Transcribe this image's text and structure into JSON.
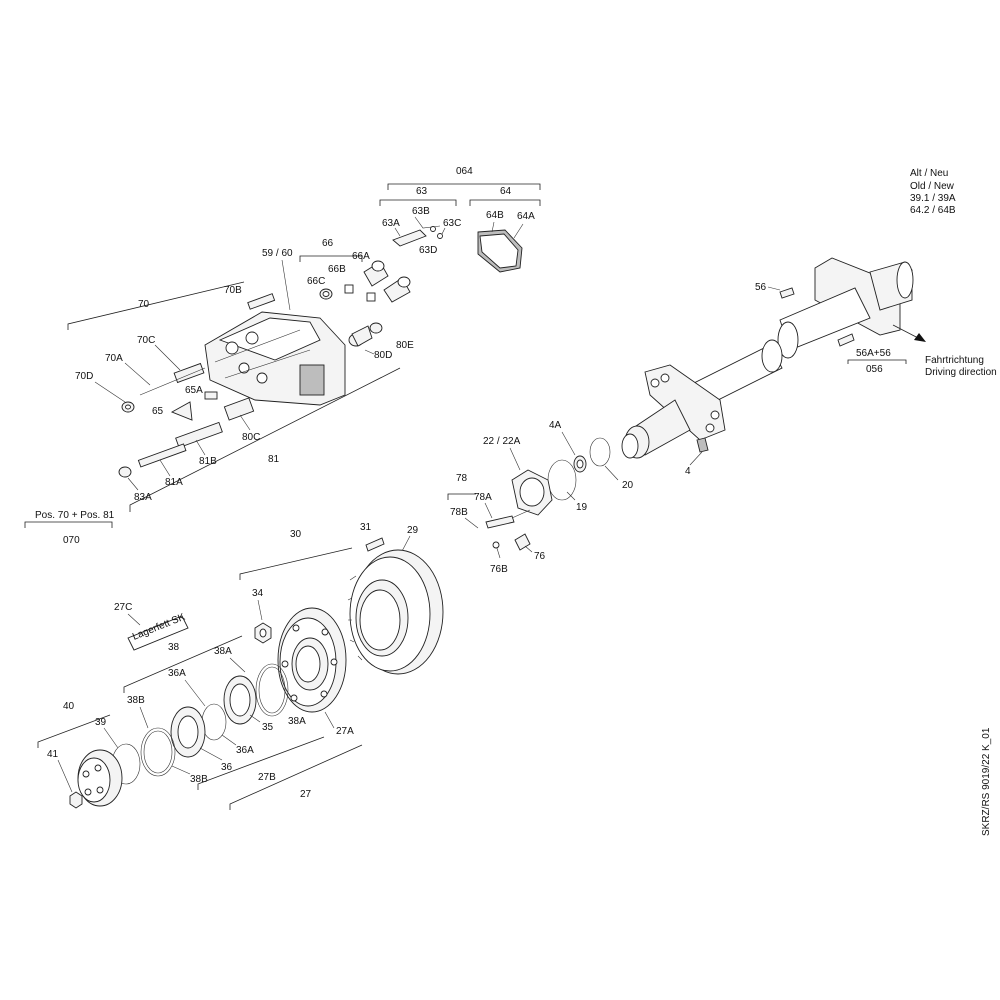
{
  "labels": {
    "l064": "064",
    "l63": "63",
    "l64": "64",
    "l63A": "63A",
    "l63B": "63B",
    "l63C": "63C",
    "l63D": "63D",
    "l64A": "64A",
    "l64B": "64B",
    "l66": "66",
    "l66A": "66A",
    "l66B": "66B",
    "l66C": "66C",
    "l5960": "59 / 60",
    "l70": "70",
    "l70A": "70A",
    "l70B": "70B",
    "l70C": "70C",
    "l70D": "70D",
    "l80C": "80C",
    "l80D": "80D",
    "l80E": "80E",
    "l65": "65",
    "l65A": "65A",
    "l81": "81",
    "l81A": "81A",
    "l81B": "81B",
    "l83A": "83A",
    "lpos": "Pos. 70 + Pos. 81",
    "l070": "070",
    "l56": "56",
    "l56A56": "56A+56",
    "l056": "056",
    "l4": "4",
    "l4A": "4A",
    "l19": "19",
    "l20": "20",
    "l2222A": "22 / 22A",
    "l78": "78",
    "l78A": "78A",
    "l78B": "78B",
    "l76": "76",
    "l76B": "76B",
    "l30": "30",
    "l31": "31",
    "l29": "29",
    "l34": "34",
    "l27C": "27C",
    "l38": "38",
    "l38A1": "38A",
    "l38A2": "38A",
    "l38B1": "38B",
    "l38B2": "38B",
    "l36": "36",
    "l36A1": "36A",
    "l36A2": "36A",
    "l35": "35",
    "l27A": "27A",
    "l27B": "27B",
    "l27": "27",
    "l40": "40",
    "l39": "39",
    "l41": "41"
  },
  "tube_label": "Lagerfett SK",
  "legend": {
    "line1": "Alt / Neu",
    "line2": "Old / New",
    "line3": "39.1 / 39A",
    "line4": "64.2 / 64B"
  },
  "direction": {
    "de": "Fahrtrichtung",
    "en": "Driving direction"
  },
  "drawing_id": "SKRZ/RS 9019/22 K_01"
}
